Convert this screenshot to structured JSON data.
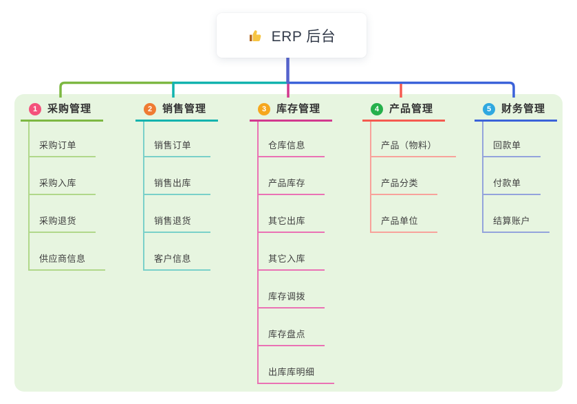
{
  "root": {
    "title": "ERP 后台",
    "icon": "thumbs-up-icon"
  },
  "branches": [
    {
      "number": "1",
      "label": "采购管理",
      "badge_color": "#f4527b",
      "line_color": "#7db842",
      "child_line_color": "#b0d88a",
      "children": [
        "采购订单",
        "采购入库",
        "采购退货",
        "供应商信息"
      ]
    },
    {
      "number": "2",
      "label": "销售管理",
      "badge_color": "#ef7b33",
      "line_color": "#12b3ae",
      "child_line_color": "#79d0c9",
      "children": [
        "销售订单",
        "销售出库",
        "销售退货",
        "客户信息"
      ]
    },
    {
      "number": "3",
      "label": "库存管理",
      "badge_color": "#f6a71d",
      "line_color": "#d2398f",
      "child_line_color": "#ea71b4",
      "children": [
        "仓库信息",
        "产品库存",
        "其它出库",
        "其它入库",
        "库存调拨",
        "库存盘点",
        "出库库明细"
      ]
    },
    {
      "number": "4",
      "label": "产品管理",
      "badge_color": "#25b04b",
      "line_color": "#f55a50",
      "child_line_color": "#f8a29b",
      "children": [
        "产品（物料）",
        "产品分类",
        "产品单位"
      ]
    },
    {
      "number": "5",
      "label": "财务管理",
      "badge_color": "#2fa8e0",
      "line_color": "#3b62d9",
      "child_line_color": "#93a3dc",
      "children": [
        "回款单",
        "付款单",
        "结算账户"
      ]
    }
  ],
  "colors": {
    "panel_bg": "#e7f5e0",
    "root_connector": "#5563cd",
    "thumb_hand": "#f6c443",
    "thumb_cuff": "#b5651d"
  }
}
